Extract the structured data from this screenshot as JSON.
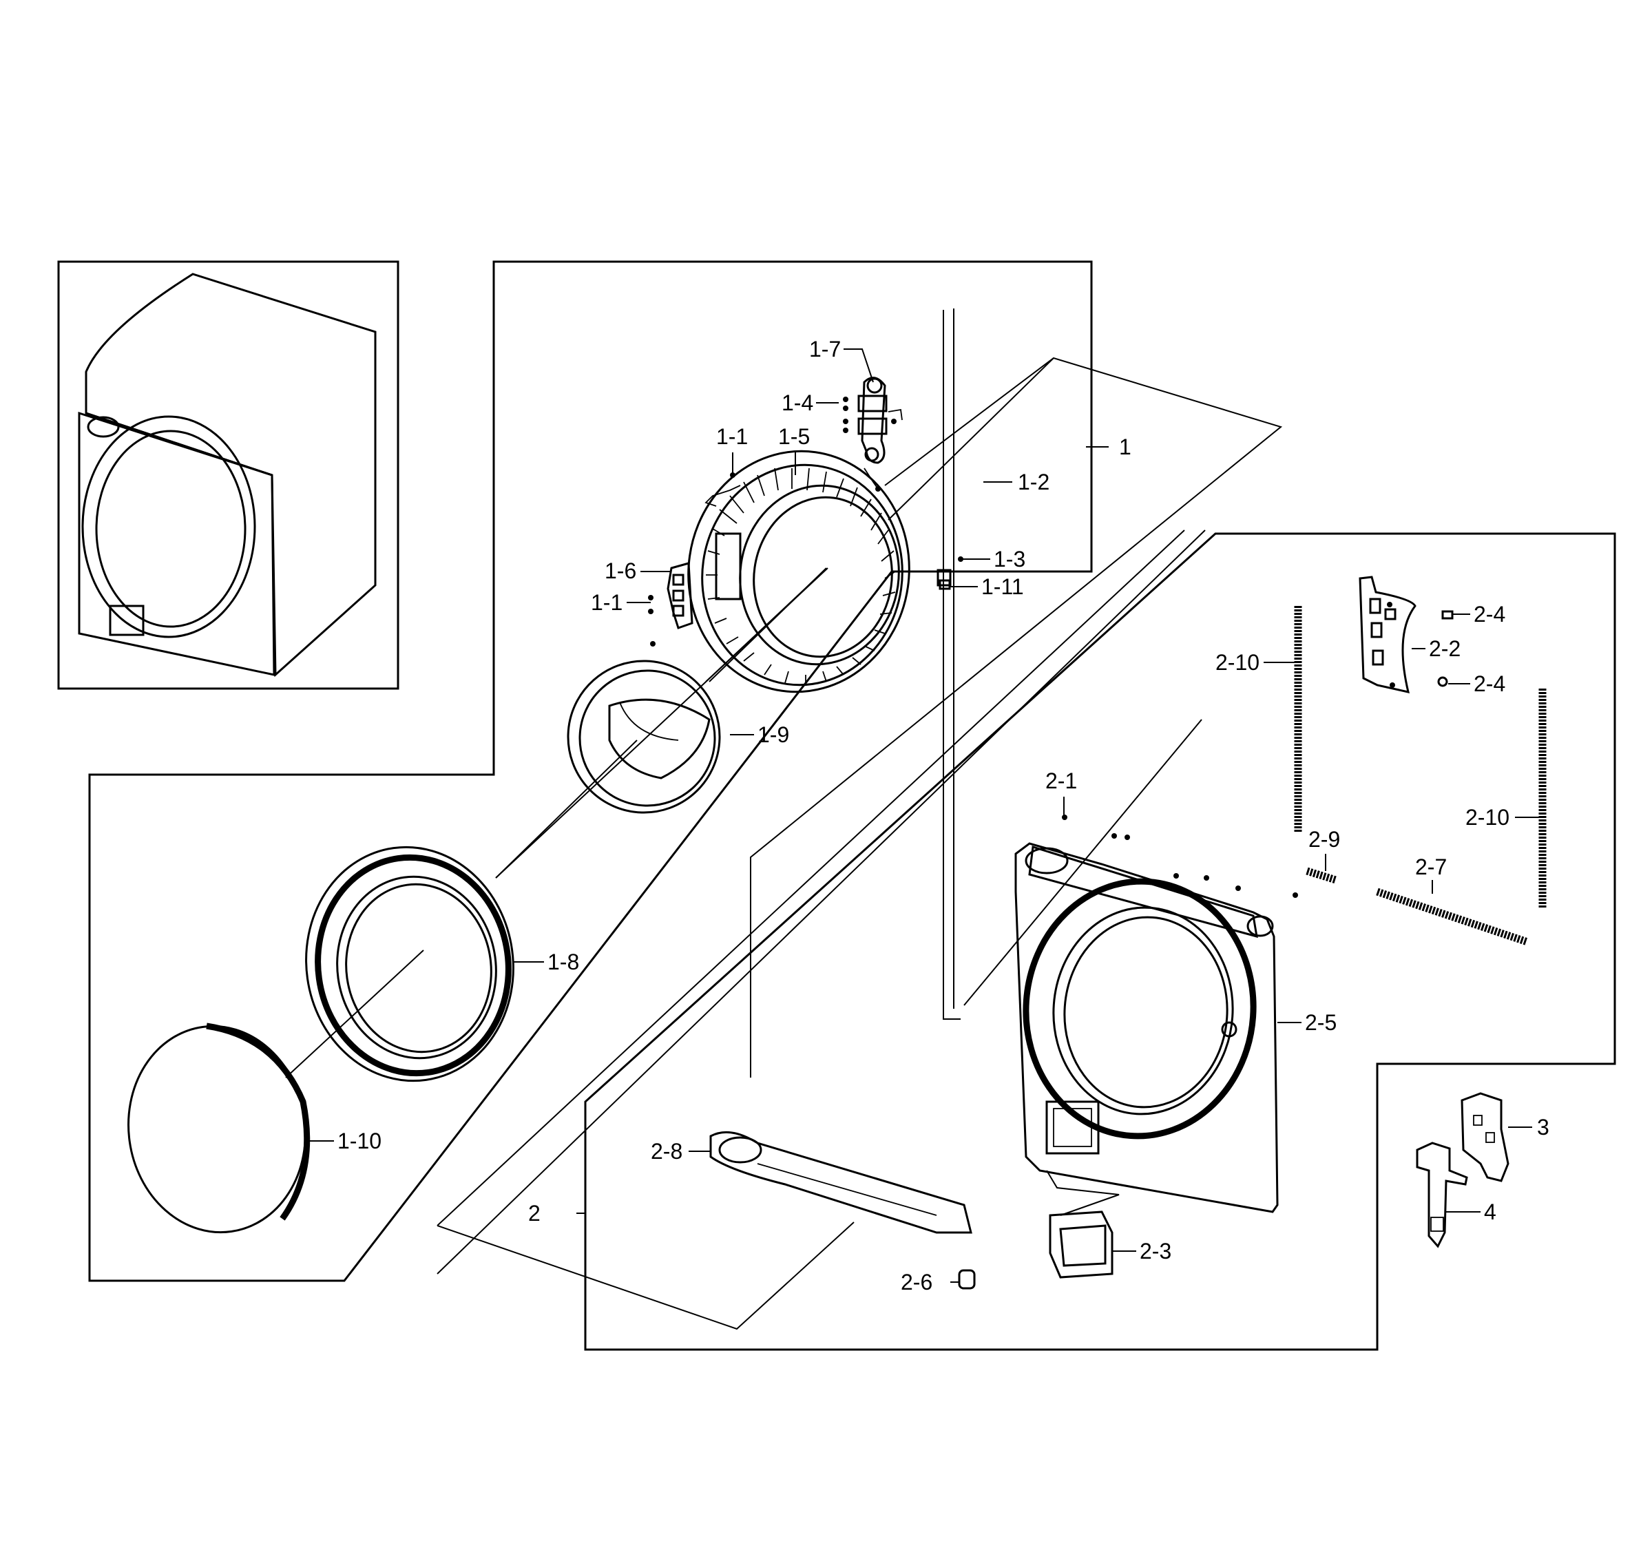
{
  "callouts": {
    "c1": "1",
    "c1_1a": "1-1",
    "c1_1b": "1-1",
    "c1_2": "1-2",
    "c1_3": "1-3",
    "c1_4": "1-4",
    "c1_5": "1-5",
    "c1_6": "1-6",
    "c1_7": "1-7",
    "c1_8": "1-8",
    "c1_9": "1-9",
    "c1_10": "1-10",
    "c1_11": "1-11",
    "c2": "2",
    "c2_1": "2-1",
    "c2_2": "2-2",
    "c2_3": "2-3",
    "c2_4a": "2-4",
    "c2_4b": "2-4",
    "c2_5": "2-5",
    "c2_6": "2-6",
    "c2_7": "2-7",
    "c2_8": "2-8",
    "c2_9": "2-9",
    "c2_10a": "2-10",
    "c2_10b": "2-10",
    "c3": "3",
    "c4": "4"
  }
}
